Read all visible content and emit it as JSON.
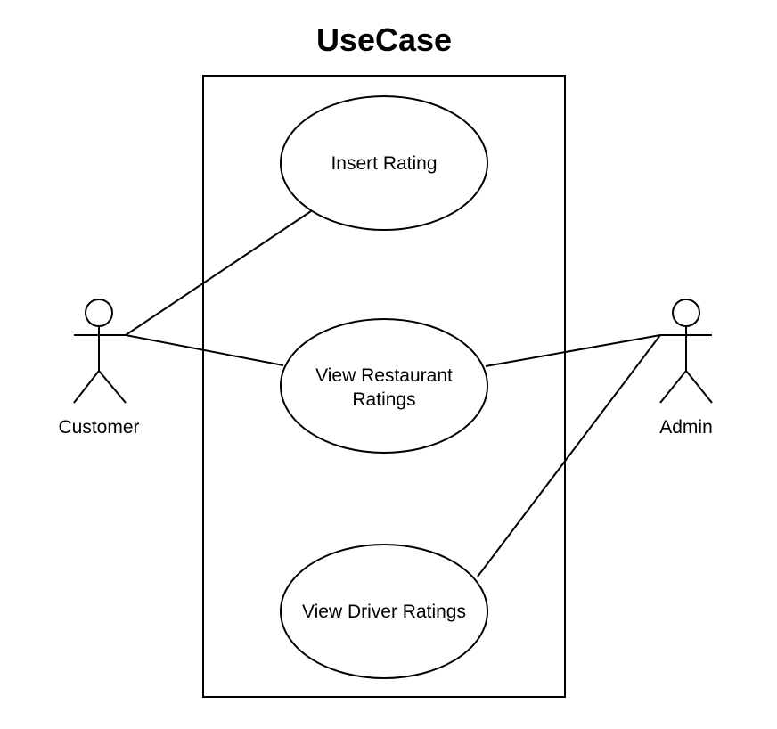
{
  "diagram": {
    "title": "UseCase",
    "actors": [
      {
        "id": "customer",
        "label": "Customer"
      },
      {
        "id": "admin",
        "label": "Admin"
      }
    ],
    "use_cases": [
      {
        "id": "insert-rating",
        "lines": [
          "Insert Rating"
        ]
      },
      {
        "id": "view-restaurant-ratings",
        "lines": [
          "View Restaurant",
          "Ratings"
        ]
      },
      {
        "id": "view-driver-ratings",
        "lines": [
          "View Driver Ratings"
        ]
      }
    ],
    "associations": [
      {
        "actor": "customer",
        "use_case": "insert-rating"
      },
      {
        "actor": "customer",
        "use_case": "view-restaurant-ratings"
      },
      {
        "actor": "admin",
        "use_case": "view-restaurant-ratings"
      },
      {
        "actor": "admin",
        "use_case": "view-driver-ratings"
      }
    ]
  }
}
